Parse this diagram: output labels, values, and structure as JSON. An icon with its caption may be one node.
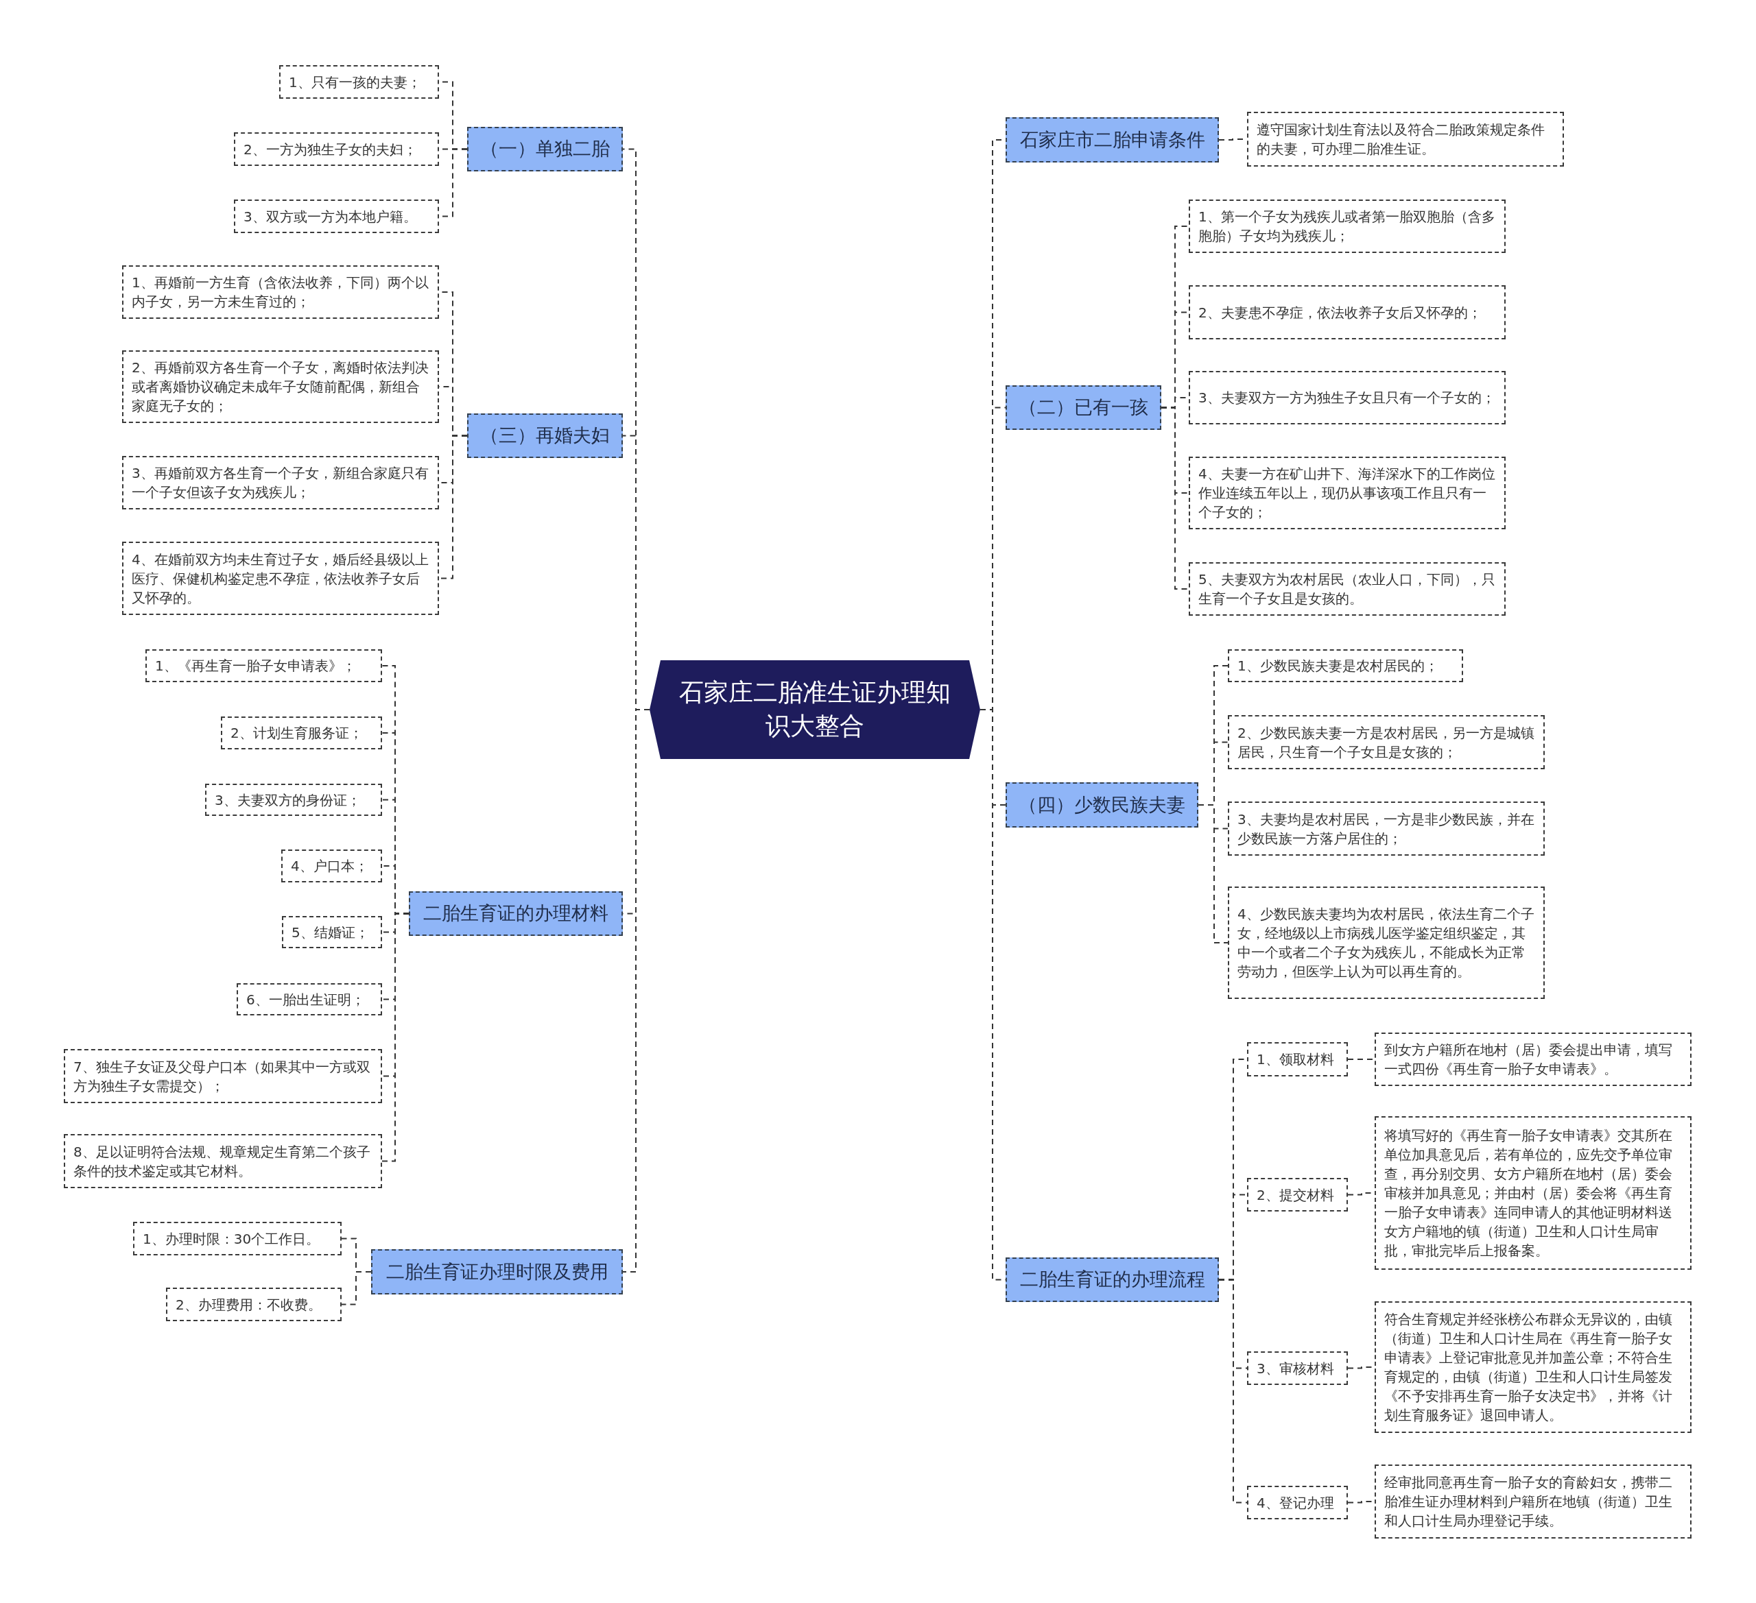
{
  "diagram": {
    "nodes": [
      {
        "text": [
          "石家庄二胎准生证办理知识大整合"
        ]
      },
      {
        "text": [
          "（一）单独二胎"
        ]
      },
      {
        "text": [
          "1、只有一孩的夫妻；"
        ]
      },
      {
        "text": [
          "2、一方为独生子女的夫妇；"
        ]
      },
      {
        "text": [
          "3、双方或一方为本地户籍。"
        ]
      },
      {
        "text": [
          "（三）再婚夫妇"
        ]
      },
      {
        "text": [
          "1、再婚前一方生育（含依法收养，下同）两个以内子女，另一方未生育过的；"
        ]
      },
      {
        "text": [
          "2、再婚前双方各生育一个子女，离婚时依法判决或者离婚协议确定未成年子女随前配偶，新组合家庭无子女的；"
        ]
      },
      {
        "text": [
          "3、再婚前双方各生育一个子女，新组合家庭只有一个子女但该子女为残疾儿；"
        ]
      },
      {
        "text": [
          "4、在婚前双方均未生育过子女，婚后经县级以上医疗、保健机构鉴定患不孕症，依法收养子女后又怀孕的。"
        ]
      },
      {
        "text": [
          "二胎生育证的办理材料"
        ]
      },
      {
        "text": [
          "1、《再生育一胎子女申请表》；"
        ]
      },
      {
        "text": [
          "2、计划生育服务证；"
        ]
      },
      {
        "text": [
          "3、夫妻双方的身份证；"
        ]
      },
      {
        "text": [
          "4、户口本；"
        ]
      },
      {
        "text": [
          "5、结婚证；"
        ]
      },
      {
        "text": [
          "6、一胎出生证明；"
        ]
      },
      {
        "text": [
          "7、独生子女证及父母户口本（如果其中一方或双方为独生子女需提交）；"
        ]
      },
      {
        "text": [
          "8、足以证明符合法规、规章规定生育第二个孩子条件的技术鉴定或其它材料。"
        ]
      },
      {
        "text": [
          "二胎生育证办理时限及费用"
        ]
      },
      {
        "text": [
          "1、办理时限：30个工作日。"
        ]
      },
      {
        "text": [
          "2、办理费用：不收费。"
        ]
      },
      {
        "text": [
          "石家庄市二胎申请条件"
        ]
      },
      {
        "text": [
          "遵守国家计划生育法以及符合二胎政策规定条件的夫妻，可办理二胎准生证。"
        ]
      },
      {
        "text": [
          "（二）已有一孩"
        ]
      },
      {
        "text": [
          "1、第一个子女为残疾儿或者第一胎双胞胎（含多胞胎）子女均为残疾儿；"
        ]
      },
      {
        "text": [
          "2、夫妻患不孕症，依法收养子女后又怀孕的；"
        ]
      },
      {
        "text": [
          "3、夫妻双方一方为独生子女且只有一个子女的；"
        ]
      },
      {
        "text": [
          "4、夫妻一方在矿山井下、海洋深水下的工作岗位作业连续五年以上，现仍从事该项工作且只有一个子女的；"
        ]
      },
      {
        "text": [
          "5、夫妻双方为农村居民（农业人口，下同），只生育一个子女且是女孩的。"
        ]
      },
      {
        "text": [
          "（四）少数民族夫妻"
        ]
      },
      {
        "text": [
          "1、少数民族夫妻是农村居民的；"
        ]
      },
      {
        "text": [
          "2、少数民族夫妻一方是农村居民，另一方是城镇居民，只生育一个子女且是女孩的；"
        ]
      },
      {
        "text": [
          "3、夫妻均是农村居民，一方是非少数民族，并在少数民族一方落户居住的；"
        ]
      },
      {
        "text": [
          "4、少数民族夫妻均为农村居民，依法生育二个子女，经地级以上市病残儿医学鉴定组织鉴定，其中一个或者二个子女为残疾儿，不能成长为正常劳动力，但医学上认为可以再生育的。"
        ]
      },
      {
        "text": [
          "二胎生育证的办理流程"
        ]
      },
      {
        "text": [
          "1、领取材料"
        ]
      },
      {
        "text": [
          "到女方户籍所在地村（居）委会提出申请，填写一式四份《再生育一胎子女申请表》。"
        ]
      },
      {
        "text": [
          "2、提交材料"
        ]
      },
      {
        "text": [
          "将填写好的《再生育一胎子女申请表》交其所在单位加具意见后，若有单位的，应先交予单位审查，再分别交男、女方户籍所在地村（居）委会审核并加具意见；并由村（居）委会将《再生育一胎子女申请表》连同申请人的其他证明材料送女方户籍地的镇（街道）卫生和人口计生局审批，审批完毕后上报备案。"
        ]
      },
      {
        "text": [
          "3、审核材料"
        ]
      },
      {
        "text": [
          "符合生育规定并经张榜公布群众无异议的，由镇（街道）卫生和人口计生局在《再生育一胎子女申请表》上登记审批意见并加盖公章；不符合生育规定的，由镇（街道）卫生和人口计生局签发《不予安排再生育一胎子女决定书》，并将《计划生育服务证》退回申请人。"
        ]
      },
      {
        "text": [
          "4、登记办理"
        ]
      },
      {
        "text": [
          "经审批同意再生育一胎子女的育龄妇女，携带二胎准生证办理材料到户籍所在地镇（街道）卫生和人口计生局办理登记手续。"
        ]
      }
    ],
    "edges": [
      {
        "from": 0,
        "to": 1,
        "arrow": "none"
      },
      {
        "from": 0,
        "to": 5,
        "arrow": "none"
      },
      {
        "from": 0,
        "to": 10,
        "arrow": "none"
      },
      {
        "from": 0,
        "to": 19,
        "arrow": "none"
      },
      {
        "from": 0,
        "to": 22,
        "arrow": "none"
      },
      {
        "from": 0,
        "to": 24,
        "arrow": "none"
      },
      {
        "from": 0,
        "to": 30,
        "arrow": "none"
      },
      {
        "from": 0,
        "to": 35,
        "arrow": "none"
      },
      {
        "from": 1,
        "to": 2,
        "arrow": "none"
      },
      {
        "from": 1,
        "to": 3,
        "arrow": "none"
      },
      {
        "from": 1,
        "to": 4,
        "arrow": "none"
      },
      {
        "from": 5,
        "to": 6,
        "arrow": "none"
      },
      {
        "from": 5,
        "to": 7,
        "arrow": "none"
      },
      {
        "from": 5,
        "to": 8,
        "arrow": "none"
      },
      {
        "from": 5,
        "to": 9,
        "arrow": "none"
      },
      {
        "from": 10,
        "to": 11,
        "arrow": "none"
      },
      {
        "from": 10,
        "to": 12,
        "arrow": "none"
      },
      {
        "from": 10,
        "to": 13,
        "arrow": "none"
      },
      {
        "from": 10,
        "to": 14,
        "arrow": "none"
      },
      {
        "from": 10,
        "to": 15,
        "arrow": "none"
      },
      {
        "from": 10,
        "to": 16,
        "arrow": "none"
      },
      {
        "from": 10,
        "to": 17,
        "arrow": "none"
      },
      {
        "from": 10,
        "to": 18,
        "arrow": "none"
      },
      {
        "from": 19,
        "to": 20,
        "arrow": "none"
      },
      {
        "from": 19,
        "to": 21,
        "arrow": "none"
      },
      {
        "from": 22,
        "to": 23,
        "arrow": "none"
      },
      {
        "from": 24,
        "to": 25,
        "arrow": "none"
      },
      {
        "from": 24,
        "to": 26,
        "arrow": "none"
      },
      {
        "from": 24,
        "to": 27,
        "arrow": "none"
      },
      {
        "from": 24,
        "to": 28,
        "arrow": "none"
      },
      {
        "from": 24,
        "to": 29,
        "arrow": "none"
      },
      {
        "from": 30,
        "to": 31,
        "arrow": "none"
      },
      {
        "from": 30,
        "to": 32,
        "arrow": "none"
      },
      {
        "from": 30,
        "to": 33,
        "arrow": "none"
      },
      {
        "from": 30,
        "to": 34,
        "arrow": "none"
      },
      {
        "from": 35,
        "to": 36,
        "arrow": "none"
      },
      {
        "from": 35,
        "to": 38,
        "arrow": "none"
      },
      {
        "from": 35,
        "to": 40,
        "arrow": "none"
      },
      {
        "from": 35,
        "to": 42,
        "arrow": "none"
      },
      {
        "from": 36,
        "to": 37,
        "arrow": "none"
      },
      {
        "from": 38,
        "to": 39,
        "arrow": "none"
      },
      {
        "from": 40,
        "to": 41,
        "arrow": "none"
      },
      {
        "from": 42,
        "to": 43,
        "arrow": "none"
      }
    ]
  }
}
